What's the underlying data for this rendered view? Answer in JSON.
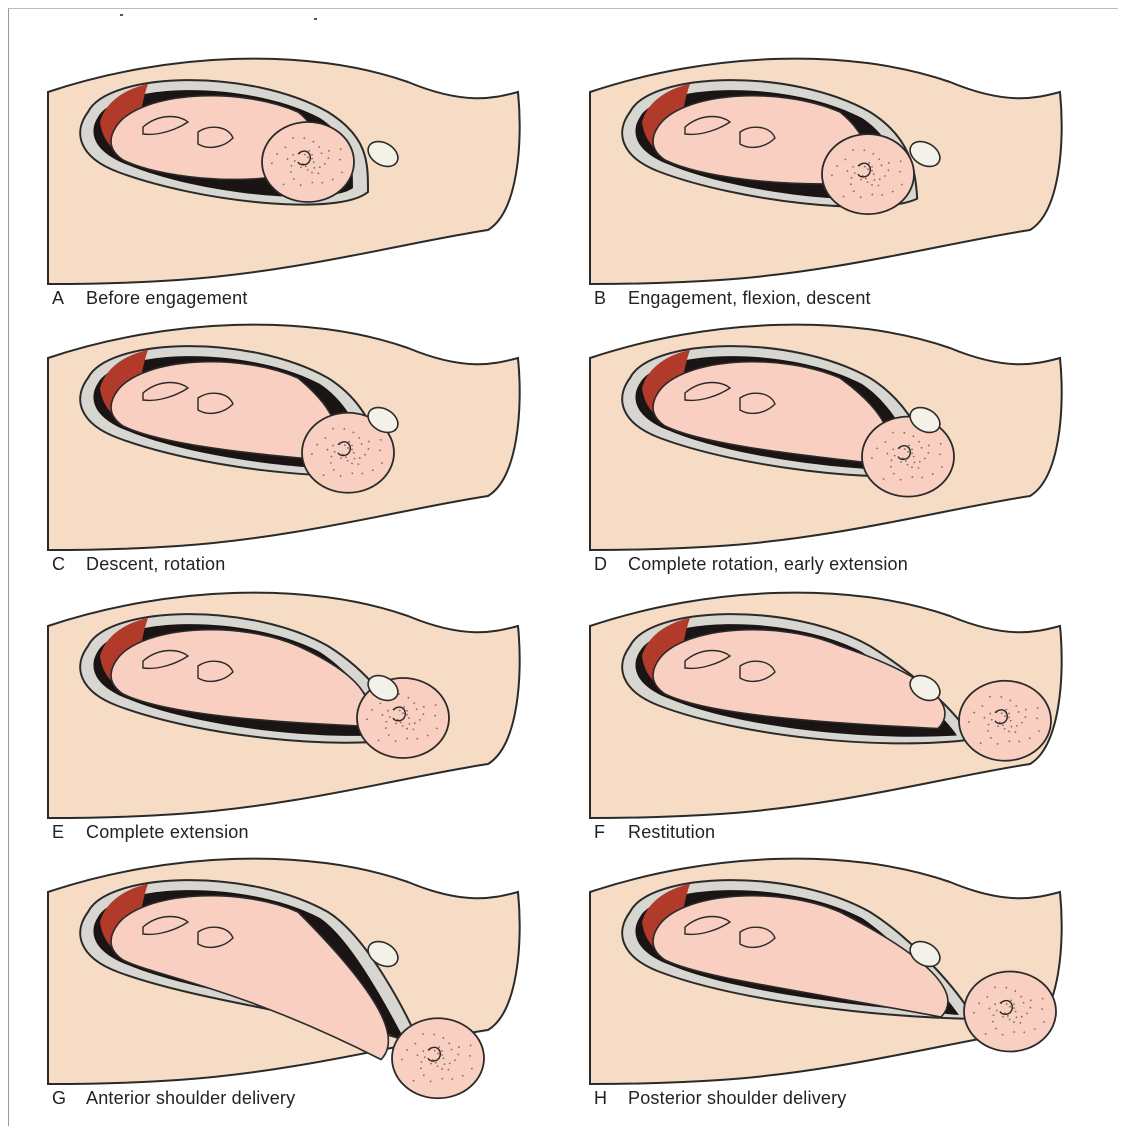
{
  "panels": [
    {
      "letter": "A",
      "label": "Before engagement"
    },
    {
      "letter": "B",
      "label": "Engagement, flexion, descent"
    },
    {
      "letter": "C",
      "label": "Descent, rotation"
    },
    {
      "letter": "D",
      "label": "Complete rotation, early extension"
    },
    {
      "letter": "E",
      "label": "Complete extension"
    },
    {
      "letter": "F",
      "label": "Restitution"
    },
    {
      "letter": "G",
      "label": "Anterior shoulder delivery"
    },
    {
      "letter": "H",
      "label": "Posterior shoulder delivery"
    }
  ],
  "colors": {
    "body": "#f6dcc4",
    "fetus": "#f8cfc0",
    "uterus_wall": "#d8d6d0",
    "cavity": "#1a1414",
    "placenta": "#b13a2a",
    "outline": "#2a2a2a"
  },
  "icons": [
    "pelvis-illustration",
    "fetus-illustration",
    "pubic-bone-icon"
  ]
}
